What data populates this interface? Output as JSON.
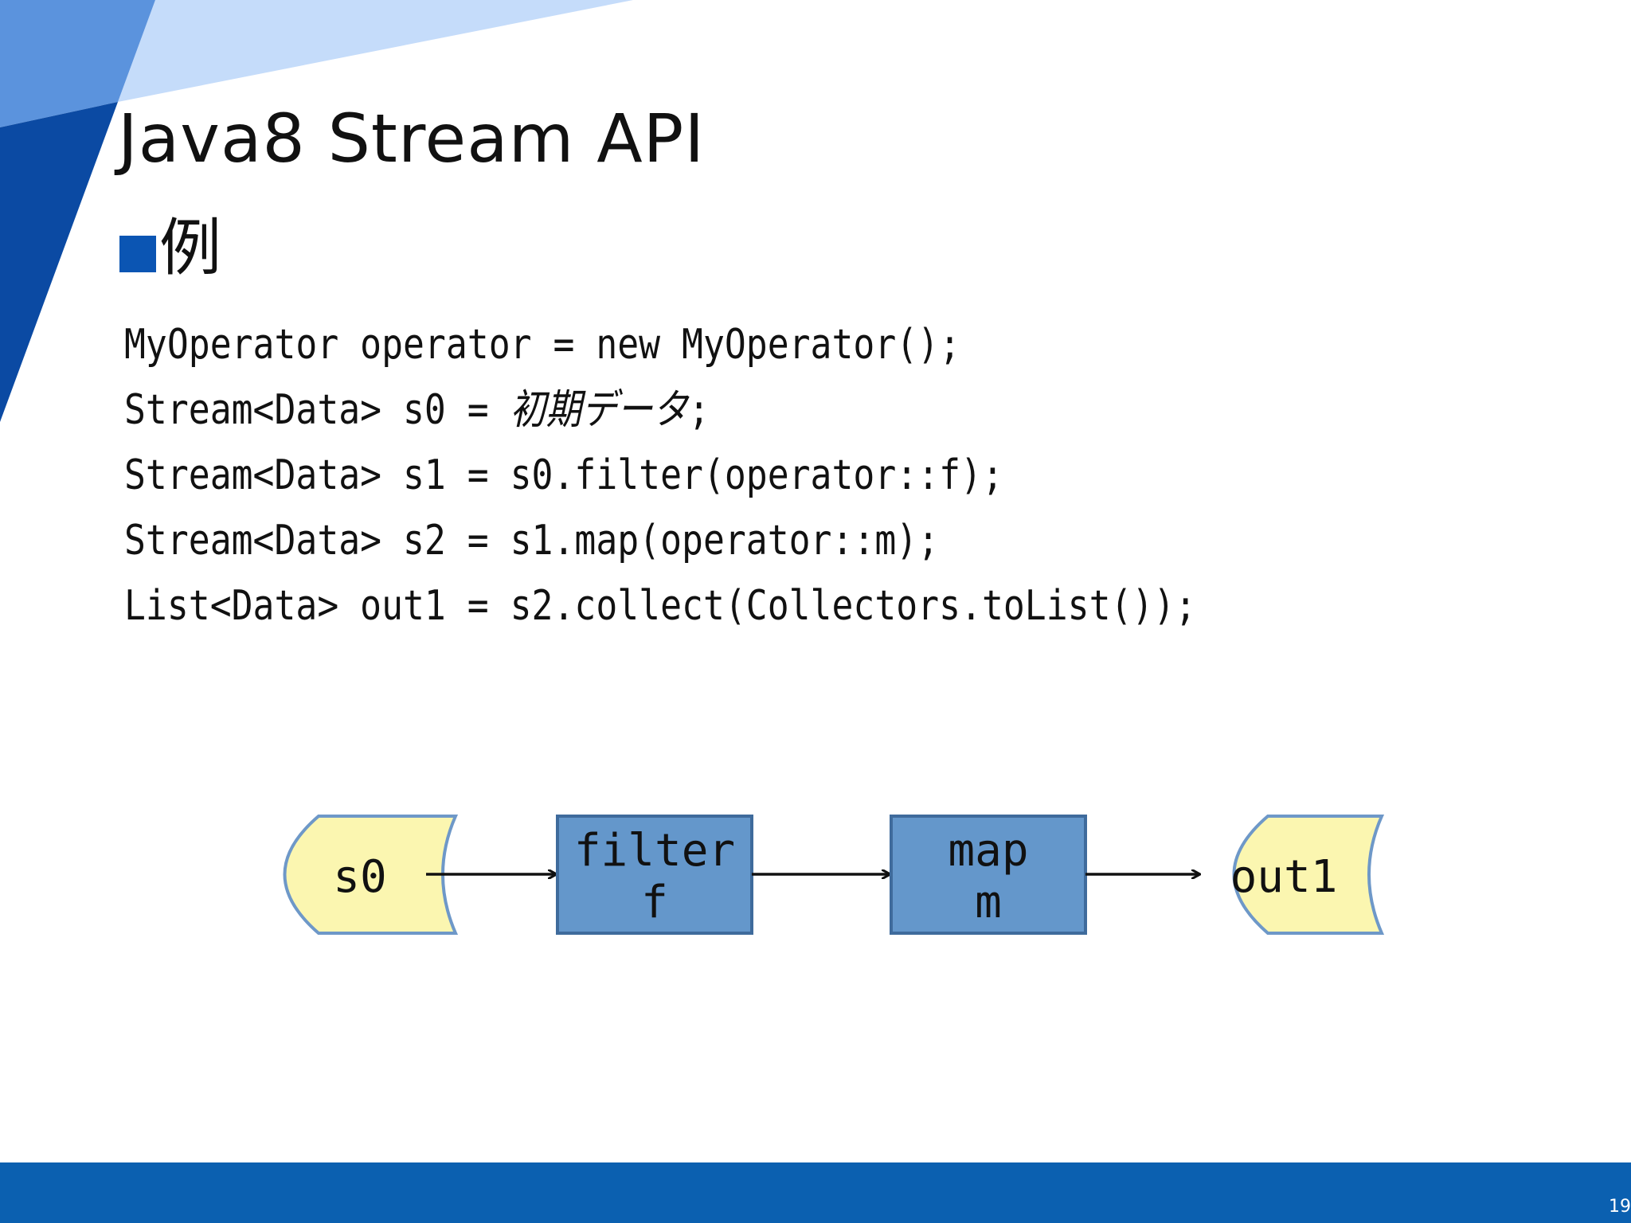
{
  "slide": {
    "title": "Java8 Stream API",
    "subheading": "例",
    "page_number": "19"
  },
  "code": {
    "line1": "MyOperator operator = new MyOperator();",
    "line2_prefix": "Stream<Data> s0 = ",
    "line2_italic": "初期データ",
    "line2_suffix": ";",
    "line3": "Stream<Data> s1 = s0.filter(operator::f);",
    "line4": "Stream<Data> s2 = s1.map(operator::m);",
    "line5": "List<Data> out1 = s2.collect(Collectors.toList());"
  },
  "diagram": {
    "source_label": "s0",
    "filter_line1": "filter",
    "filter_line2": "f",
    "map_line1": "map",
    "map_line2": "m",
    "output_label": "out1"
  },
  "colors": {
    "accent_dark": "#0b4aa3",
    "accent_mid": "#5b93dd",
    "accent_light": "#c5dcfa",
    "footer": "#0b60b0",
    "storage_fill": "#fbf6b0",
    "storage_stroke": "#6e98c8",
    "process_fill": "#6497cb",
    "process_stroke": "#3f6b9c"
  }
}
